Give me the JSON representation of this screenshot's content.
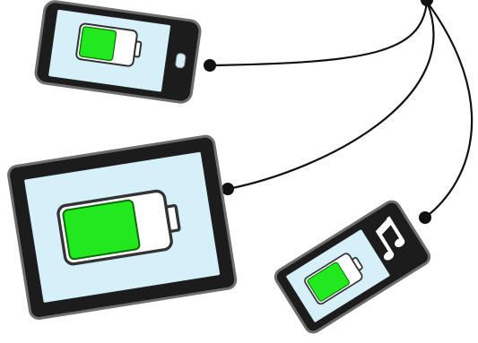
{
  "colors": {
    "background": "#ffffff",
    "device_frame": "#1c1c1c",
    "device_frame_edge": "#6e6e6e",
    "screen": "#d6f0fa",
    "battery_outline": "#333333",
    "battery_fill": "#22e81e",
    "battery_fill_edge": "#0a6a08",
    "battery_empty": "#ffffff",
    "cable": "#111111",
    "music_note": "#ffffff"
  },
  "devices": [
    {
      "name": "smartphone",
      "battery_level": 0.65,
      "icon": "battery-icon"
    },
    {
      "name": "tablet",
      "battery_level": 0.72,
      "icon": "battery-icon"
    },
    {
      "name": "music-player",
      "battery_level": 0.75,
      "icon": "battery-icon",
      "extra_icon": "music-note-icon"
    }
  ],
  "hub": {
    "icon": "hub-connector-icon",
    "connections": 3
  }
}
